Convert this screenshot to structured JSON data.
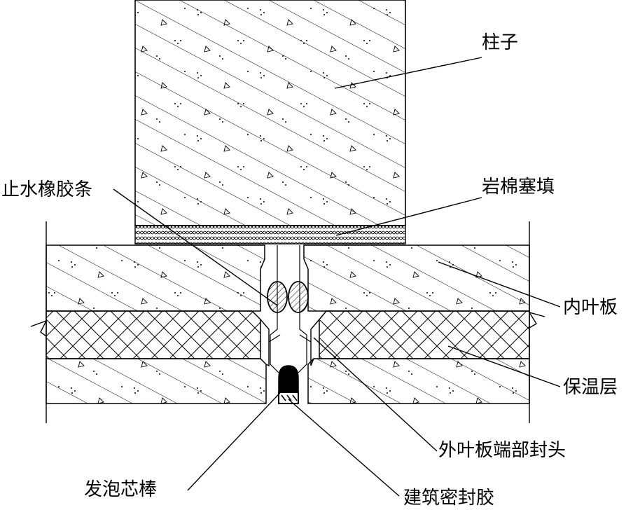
{
  "labels": {
    "column": "柱子",
    "rock_wool": "岩棉塞填",
    "rubber_strip": "止水橡胶条",
    "inner_leaf": "内叶板",
    "insulation": "保温层",
    "outer_leaf_end_cap": "外叶板端部封头",
    "foam_rod": "发泡芯棒",
    "sealant": "建筑密封胶"
  },
  "colors": {
    "line": "#000000",
    "background": "#ffffff"
  }
}
